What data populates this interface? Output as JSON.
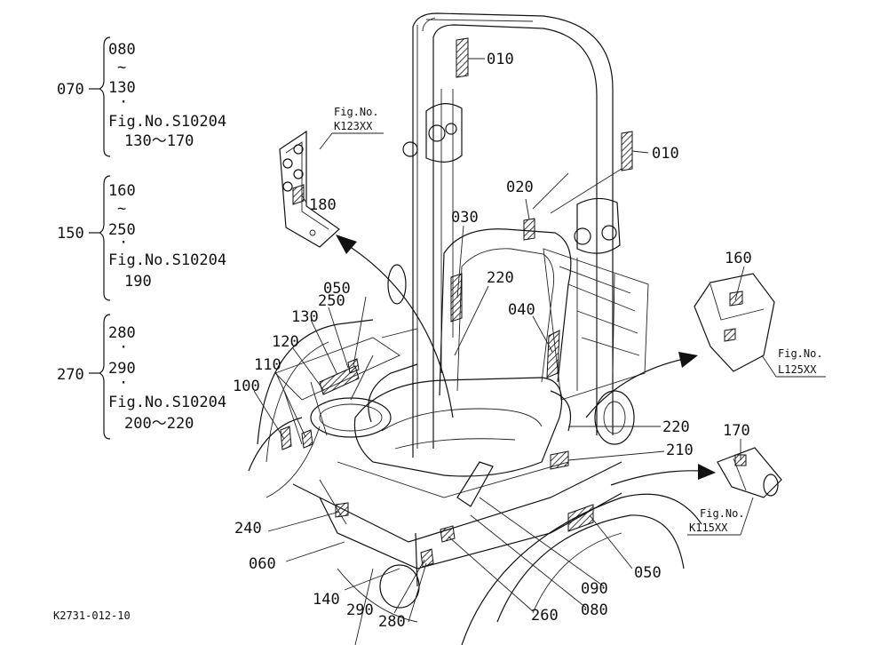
{
  "legend_groups": [
    {
      "id": "070",
      "lines": [
        "080",
        "~",
        "130",
        "·",
        "Fig.No.S10204",
        "130～170"
      ]
    },
    {
      "id": "150",
      "lines": [
        "160",
        "~",
        "250",
        "·",
        "Fig.No.S10204",
        "190"
      ]
    },
    {
      "id": "270",
      "lines": [
        "280",
        "·",
        "290",
        "·",
        "Fig.No.S10204",
        "200～220"
      ]
    }
  ],
  "callouts": {
    "c010a": "010",
    "c010b": "010",
    "c020": "020",
    "c030": "030",
    "c040": "040",
    "c050a": "050",
    "c050b": "050",
    "c060": "060",
    "c080": "080",
    "c090": "090",
    "c100": "100",
    "c110": "110",
    "c120": "120",
    "c130": "130",
    "c140": "140",
    "c160": "160",
    "c170": "170",
    "c180": "180",
    "c210": "210",
    "c220a": "220",
    "c220b": "220",
    "c240": "240",
    "c250": "250",
    "c260": "260",
    "c280": "280",
    "c290": "290"
  },
  "fig_refs": {
    "k123": [
      "Fig.No.",
      "K123XX"
    ],
    "l125": [
      "Fig.No.",
      "L125XX"
    ],
    "k115": [
      "Fig.No.",
      "K115XX"
    ]
  },
  "drawing_code": "K2731-012-10"
}
